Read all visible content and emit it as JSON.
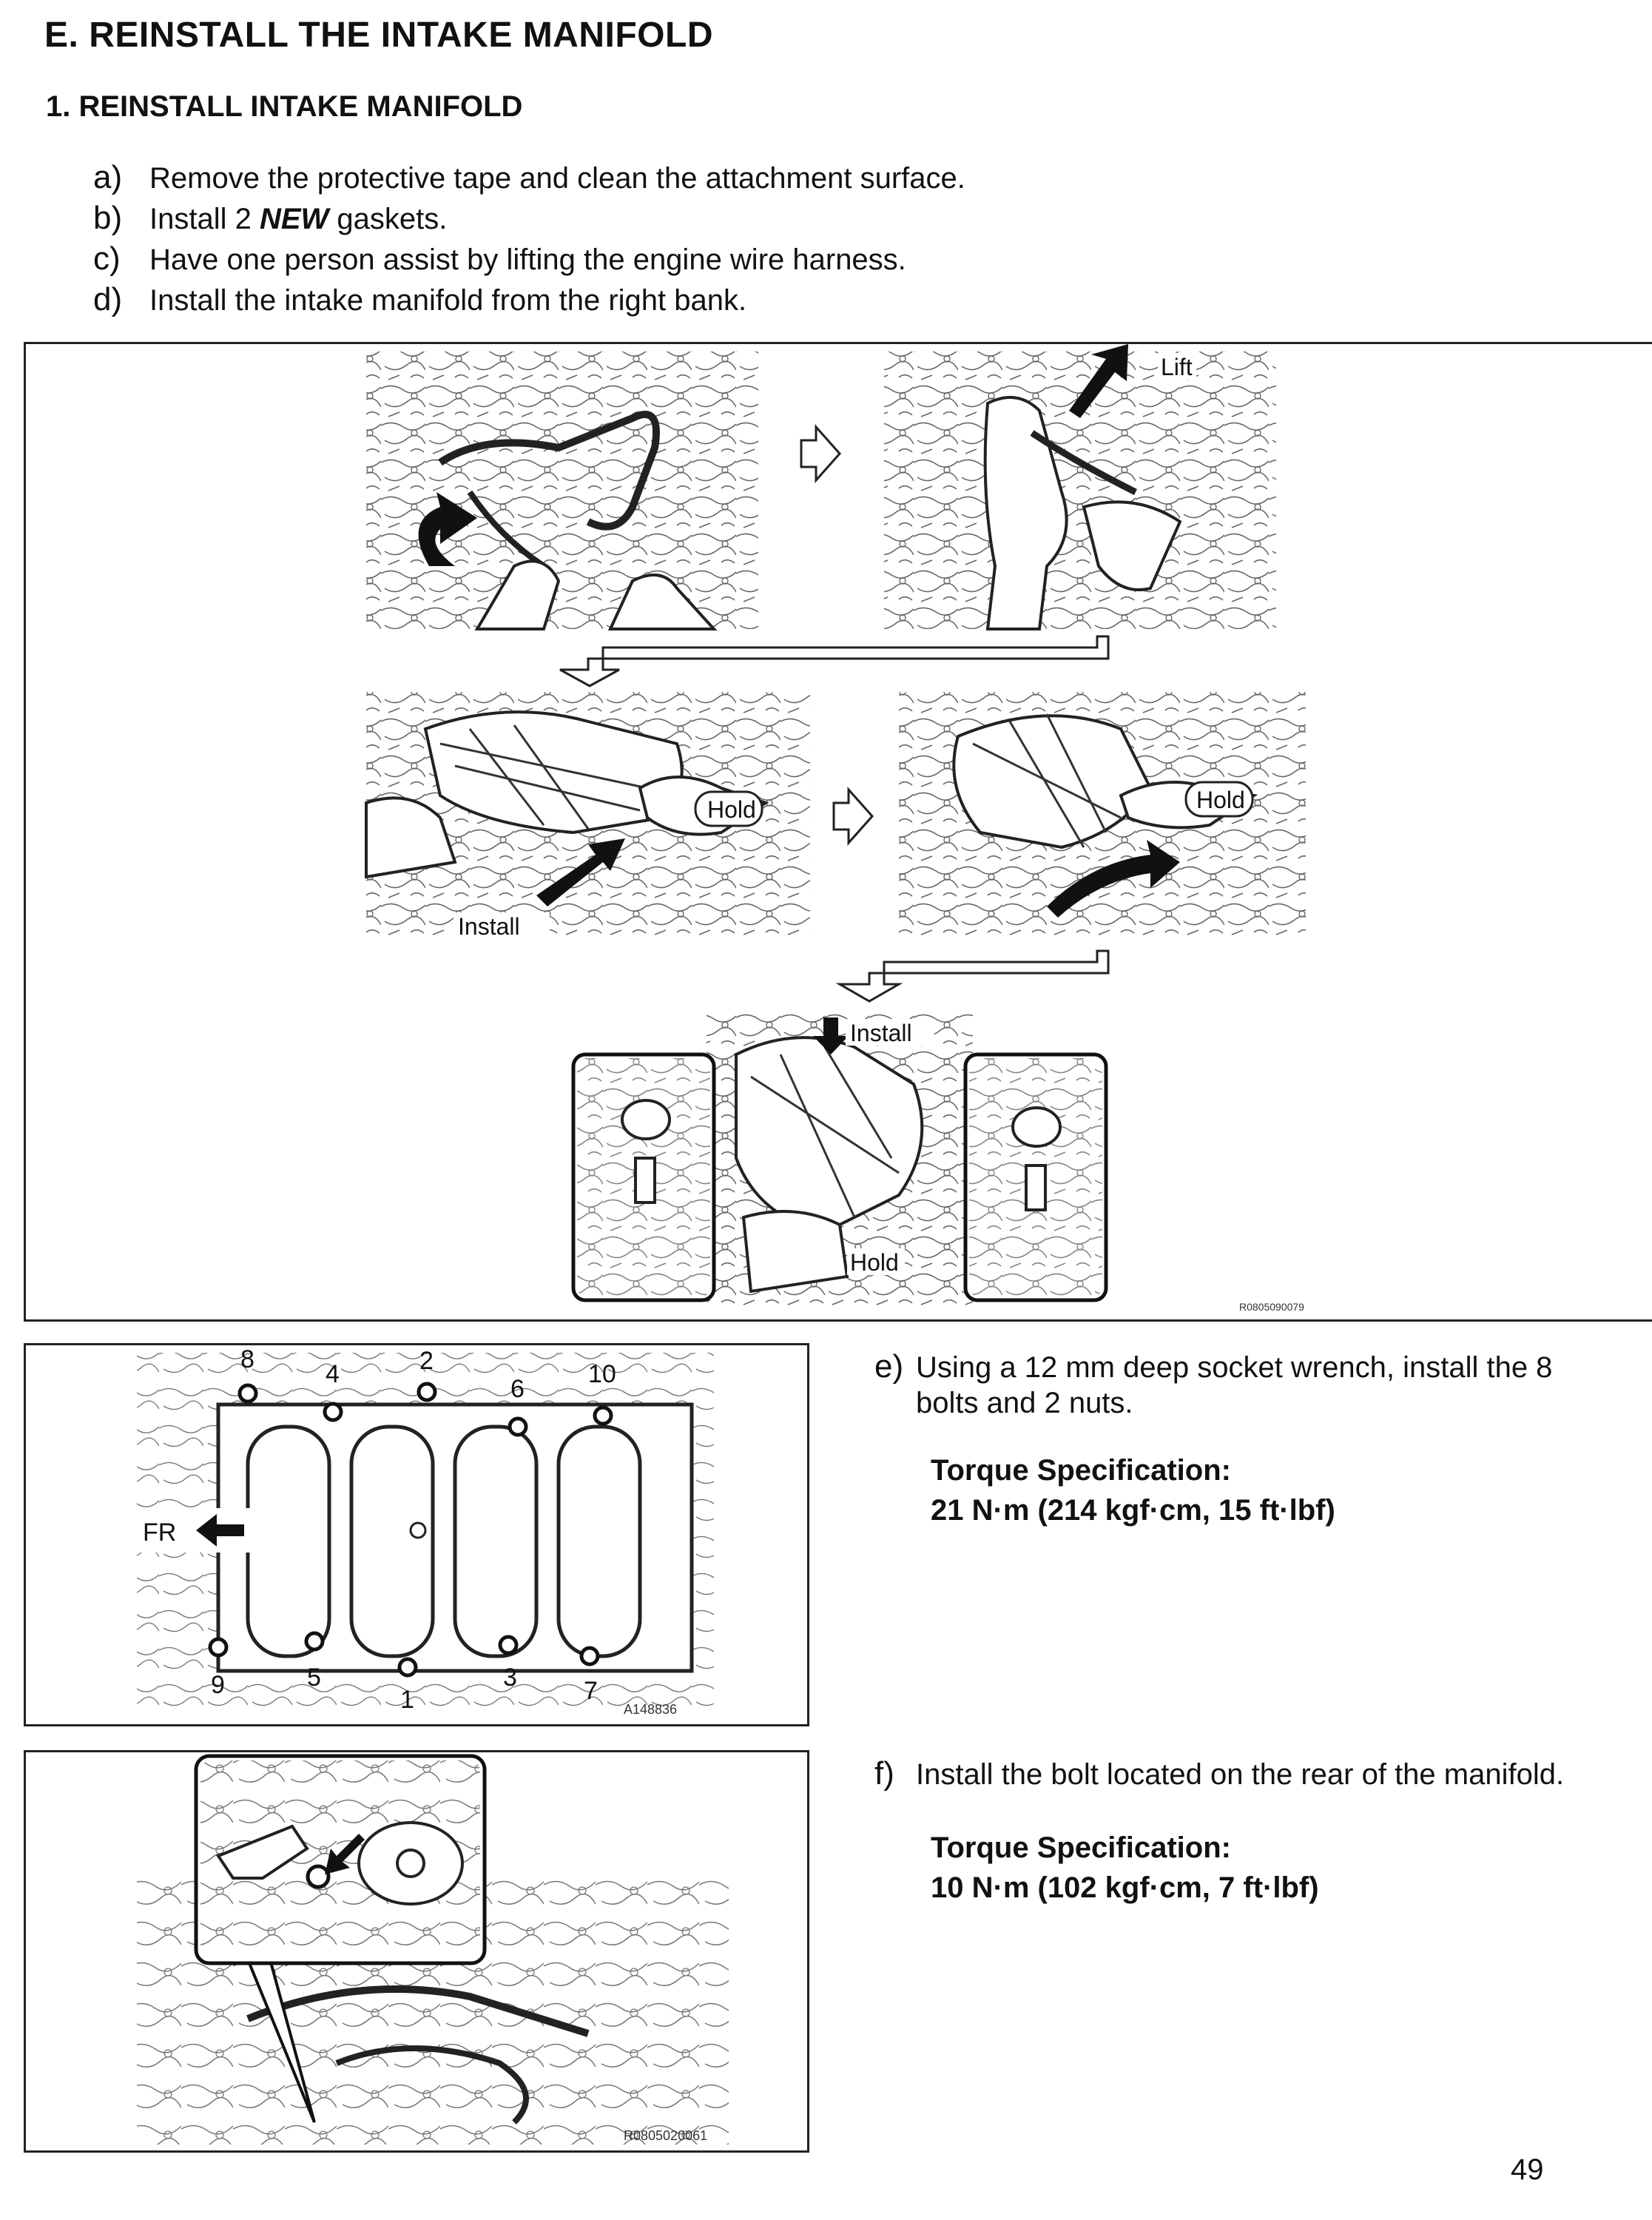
{
  "section": {
    "title": "E.  REINSTALL THE INTAKE MANIFOLD"
  },
  "subsection": {
    "title": "1.  REINSTALL INTAKE MANIFOLD"
  },
  "steps": [
    {
      "letter": "a)",
      "text": "Remove the protective tape and clean the attachment surface."
    },
    {
      "letter": "b)",
      "pre": "Install 2 ",
      "emph": "NEW",
      "post": "  gaskets."
    },
    {
      "letter": "c)",
      "text": "Have one person assist by lifting the engine wire harness."
    },
    {
      "letter": "d)",
      "text": "Install the intake manifold from the right bank."
    }
  ],
  "figure1": {
    "labels": {
      "lift": "Lift",
      "hold1": "Hold",
      "install1": "Install",
      "hold2": "Hold",
      "install2": "Install",
      "hold3": "Hold"
    },
    "code": "R0805090079"
  },
  "figure2": {
    "fr_label": "FR",
    "bolt_numbers": {
      "b1": "1",
      "b2": "2",
      "b3": "3",
      "b4": "4",
      "b5": "5",
      "b6": "6",
      "b7": "7",
      "b8": "8",
      "b9": "9",
      "b10": "10"
    },
    "code": "A148836"
  },
  "step_e": {
    "letter": "e)",
    "line1": "Using a 12 mm deep socket wrench, install the 8",
    "line2": "bolts and 2 nuts.",
    "torque_label": "Torque Specification:",
    "torque_value": "21 N·m (214 kgf·cm, 15 ft·lbf)"
  },
  "figure3": {
    "code": "R0805020061"
  },
  "step_f": {
    "letter": "f)",
    "text": "Install the bolt located on the rear of the manifold.",
    "torque_label": "Torque Specification:",
    "torque_value": "10 N·m (102 kgf·cm, 7 ft·lbf)"
  },
  "page_number": "49"
}
